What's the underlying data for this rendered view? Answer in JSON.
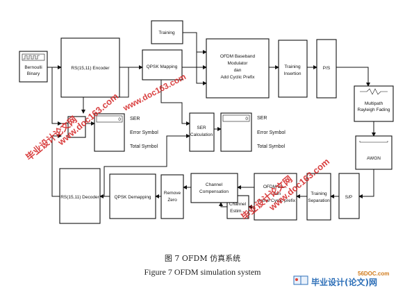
{
  "blocks": {
    "bernoulli": [
      "Bernoulli",
      "Binary"
    ],
    "rs_encoder": "RS(15,11) Encoder",
    "qpsk_mapping": "QPSK Mapping",
    "training_top": "Training",
    "ofdm_modulator": [
      "OFDM Baseband",
      "Modulator",
      "dan",
      "Add Cyclic Prefix"
    ],
    "training_insertion": [
      "Training",
      "Insertion"
    ],
    "ps": "P/S",
    "multipath": [
      "Multipath",
      "Rayleigh Fading"
    ],
    "awgn": "AWGN",
    "sp": "S/P",
    "training_separation": [
      "Training",
      "Separation"
    ],
    "ofdm_demod": [
      "OFDM Ba...",
      "...dan",
      "...move Cyclic prefix"
    ],
    "channel_estim": [
      "Channel",
      "Estim..."
    ],
    "channel_comp": [
      "Channel",
      "Compensation"
    ],
    "remove_zero": [
      "Remove",
      "Zero"
    ],
    "qpsk_demapping": "QPSK Demapping",
    "rs_decoder": "RS(15,11) Decoder",
    "ser_calc": [
      "SER",
      "Calculation"
    ]
  },
  "displays": {
    "left": {
      "value": "0",
      "labels": [
        "SER",
        "Error Symbol",
        "Total Symbol"
      ]
    },
    "right": {
      "value": "0",
      "labels": [
        "SER",
        "Error Symbol",
        "Total Symbol"
      ]
    }
  },
  "watermarks": {
    "cn": "毕业设计论文网",
    "site": "www.doc163.com"
  },
  "caption": {
    "cn": "图 7 OFDM 仿真系统",
    "en": "Figure 7 OFDM simulation system"
  },
  "logo": {
    "site": "56DOC.com",
    "text": "毕业设计(论文)网"
  }
}
